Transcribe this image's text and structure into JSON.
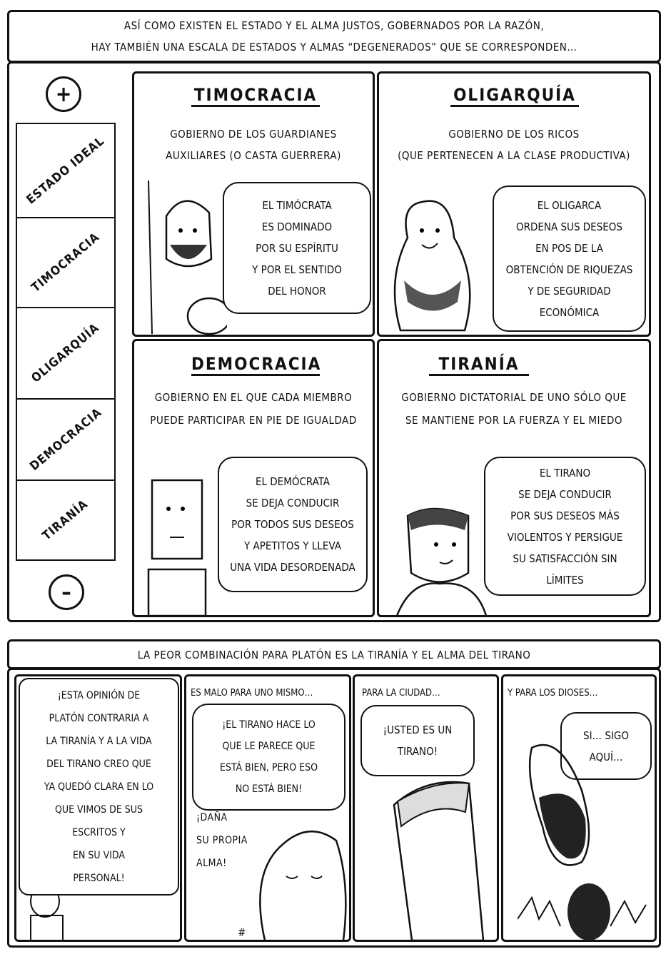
{
  "intro": {
    "line1": "Así como existen el estado y el alma justos, gobernados por la razón,",
    "line2": "hay también una escala de estados y almas “degenerados” que se corresponden…"
  },
  "scale": {
    "plus": "+",
    "minus": "–",
    "items": [
      "Estado ideal",
      "Timocracia",
      "Oligarquía",
      "Democracia",
      "Tiranía"
    ]
  },
  "panels": [
    {
      "title": "Timocracia",
      "desc1": "Gobierno de los guardianes",
      "desc2": "auxiliares (o casta guerrera)",
      "bubble": [
        "El timócrata",
        "es dominado",
        "por su espíritu",
        "y por el sentido",
        "del honor"
      ]
    },
    {
      "title": "Oligarquía",
      "desc1": "Gobierno de los ricos",
      "desc2": "(que pertenecen a la clase productiva)",
      "bubble": [
        "El oligarca",
        "ordena sus deseos",
        "en pos de la",
        "obtención de riquezas",
        "y de seguridad",
        "económica"
      ]
    },
    {
      "title": "Democracia",
      "desc1": "Gobierno en el que cada miembro",
      "desc2": "puede participar en pie de igualdad",
      "bubble": [
        "El demócrata",
        "se deja conducir",
        "por todos sus deseos",
        "y apetitos y lleva",
        "una vida desordenada"
      ]
    },
    {
      "title": "Tiranía",
      "desc1": "Gobierno dictatorial de uno sólo que",
      "desc2": "se mantiene por la fuerza y el miedo",
      "bubble": [
        "El tirano",
        "se deja conducir",
        "por sus deseos más",
        "violentos y persigue",
        "su satisfacción sin",
        "límites"
      ]
    }
  ],
  "bottom": {
    "caption": "La peor combinación para Platón es la tiranía y el alma del tirano",
    "panel1": {
      "bubble": [
        "¡Esta opinión de",
        "Platón contraria a",
        "la tiranía y a la vida",
        "del tirano creo que",
        "ya quedó clara en lo",
        "que vimos de sus",
        "escritos y",
        "en su vida",
        "personal!"
      ]
    },
    "panel2": {
      "caption": "Es malo para uno mismo…",
      "bubble": [
        "¡El tirano hace lo",
        "que le parece que",
        "está bien, pero eso",
        "no está bien!"
      ],
      "extra": [
        "¡Daña",
        "su propia",
        "alma!"
      ],
      "mark": "#"
    },
    "panel3": {
      "caption": "Para la ciudad…",
      "bubble": [
        "¡Usted es un",
        "tirano!"
      ]
    },
    "panel4": {
      "caption": "Y para los dioses…",
      "bubble": [
        "Si… sigo",
        "aquí…"
      ]
    }
  }
}
